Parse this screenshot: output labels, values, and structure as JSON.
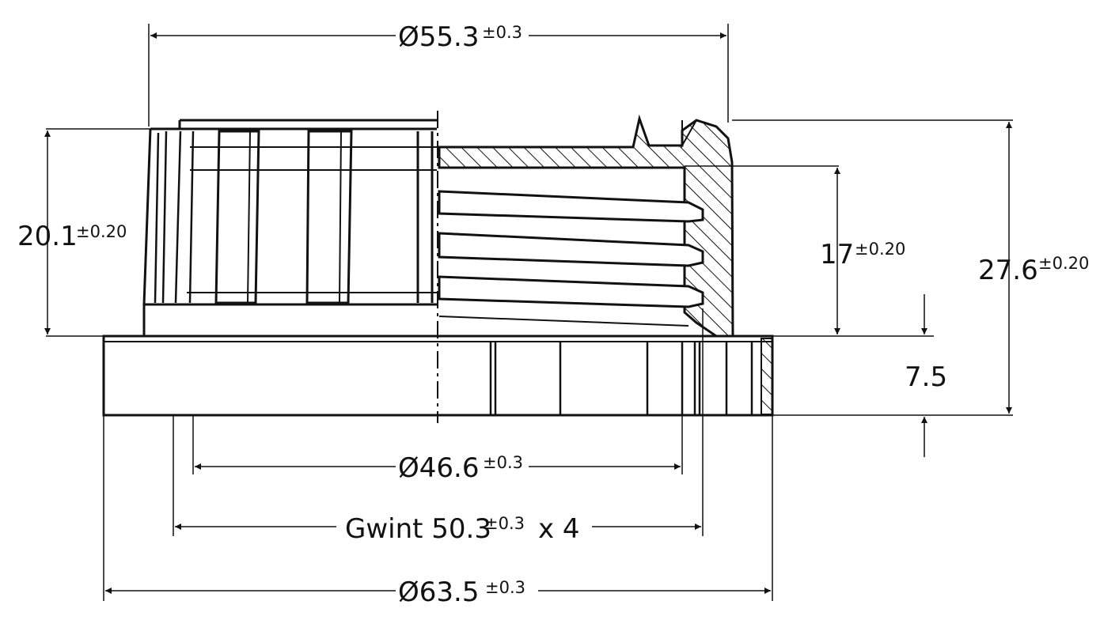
{
  "drawing": {
    "dims": {
      "outer_top_diameter": {
        "value": "Ø55.3",
        "tol": "±0.3"
      },
      "left_height": {
        "value": "20.1",
        "tol": "±0.20"
      },
      "thread_height": {
        "value": "17",
        "tol": "±0.20"
      },
      "total_height": {
        "value": "27.6",
        "tol": "±0.20"
      },
      "band_height": {
        "value": "7.5"
      },
      "inner_diameter": {
        "value": "Ø46.6",
        "tol": "±0.3"
      },
      "thread": {
        "value": "Gwint 50.3",
        "tol": "±0.3",
        "suffix": "x 4"
      },
      "base_diameter": {
        "value": "Ø63.5",
        "tol": "±0.3"
      }
    }
  }
}
